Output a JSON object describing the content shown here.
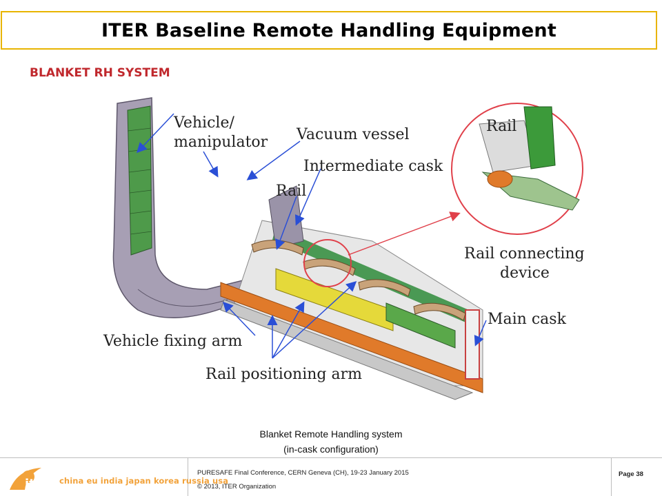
{
  "header": {
    "title": "ITER Baseline Remote Handling Equipment"
  },
  "section": {
    "label": "BLANKET RH SYSTEM"
  },
  "diagram": {
    "labels": {
      "vehicle_manipulator_line1": "Vehicle/",
      "vehicle_manipulator_line2": "manipulator",
      "vacuum_vessel": "Vacuum vessel",
      "intermediate_cask": "Intermediate cask",
      "rail": "Rail",
      "rail_inset": "Rail",
      "rail_connecting_device_line1": "Rail connecting",
      "rail_connecting_device_line2": "device",
      "main_cask": "Main cask",
      "vehicle_fixing_arm": "Vehicle fixing arm",
      "rail_positioning_arm": "Rail positioning arm"
    },
    "colors": {
      "arrow": "#2a4fd6",
      "highlight_circle": "#e0404a",
      "cask": "#2e8b3a",
      "rail": "#c9a37a",
      "base": "#e07a2a",
      "vessel": "#8a8196"
    }
  },
  "caption": {
    "line1": "Blanket Remote Handling system",
    "line2": "(in-cask configuration)"
  },
  "footer": {
    "logo_text": "iter",
    "partners": "china eu india japan korea russia usa",
    "conference": "PURESAFE Final Conference, CERN Geneva (CH), 19-23 January 2015",
    "copyright": "© 2013, ITER Organization",
    "page": "Page 38",
    "colors": {
      "logo": "#f2a23a"
    }
  }
}
